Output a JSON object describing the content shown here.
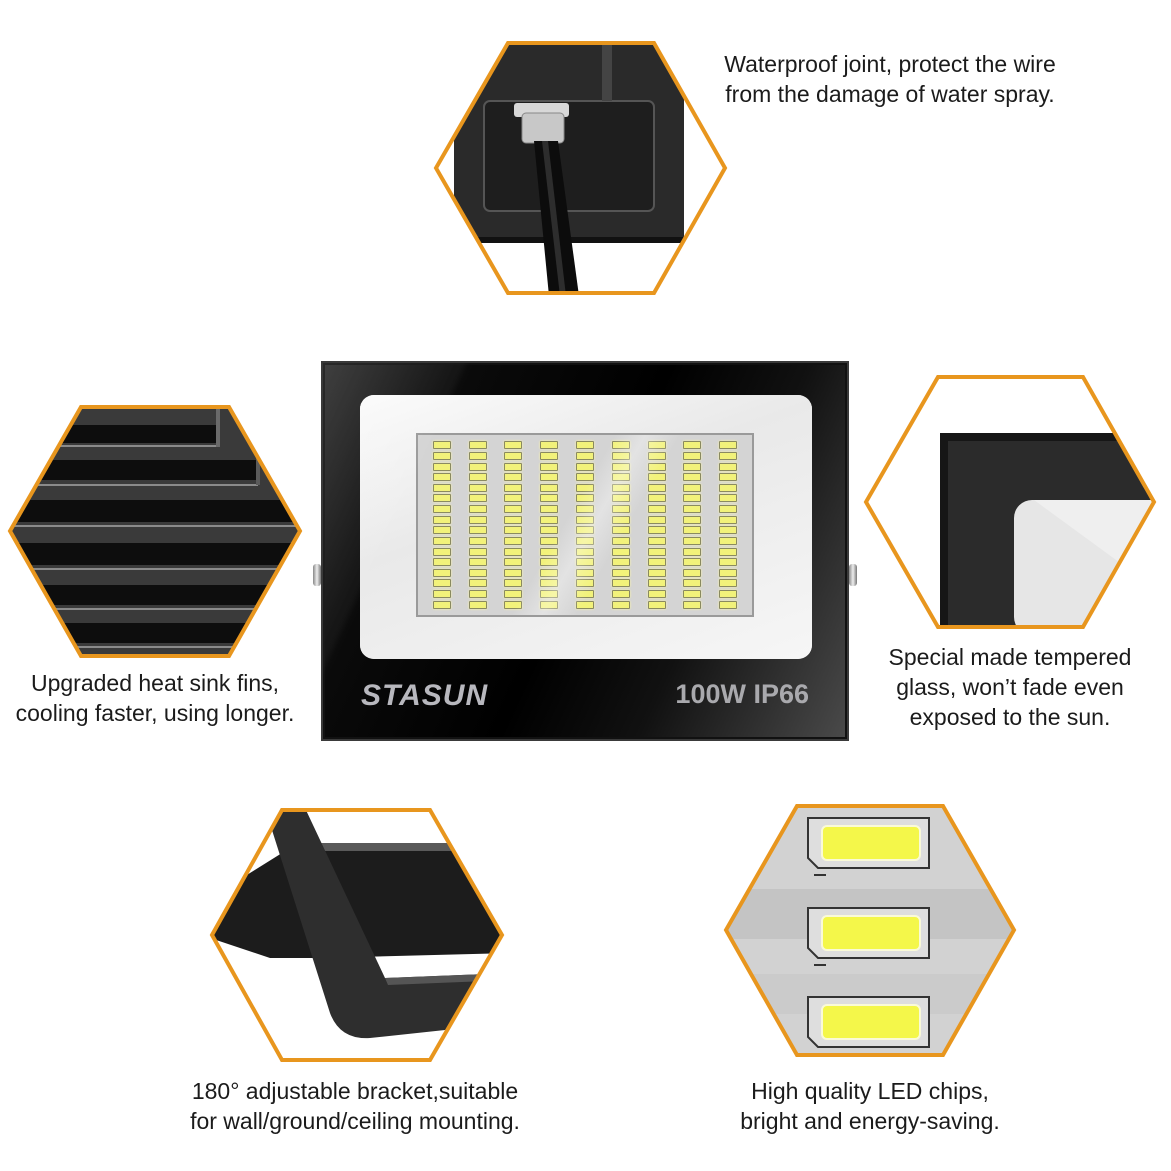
{
  "product": {
    "brand": "STASUN",
    "rating": "100W IP66",
    "led_grid": {
      "columns": 9,
      "rows": 16
    }
  },
  "accent_color": "#E8961E",
  "features": [
    {
      "id": "waterproof-joint",
      "lines": [
        "Waterproof joint, protect the wire",
        "from the damage of water spray."
      ],
      "icon": "cable-gland-icon"
    },
    {
      "id": "heat-sink",
      "lines": [
        "Upgraded heat sink fins,",
        "cooling faster, using longer."
      ],
      "icon": "heat-sink-fins-icon"
    },
    {
      "id": "tempered-glass",
      "lines": [
        "Special made tempered",
        "glass, won’t fade even",
        "exposed to the sun."
      ],
      "icon": "glass-corner-icon"
    },
    {
      "id": "bracket",
      "lines": [
        "180° adjustable bracket,suitable",
        "for wall/ground/ceiling mounting."
      ],
      "icon": "bracket-icon"
    },
    {
      "id": "led-chips",
      "lines": [
        "High quality LED chips,",
        "bright  and energy-saving."
      ],
      "icon": "led-chip-icon"
    }
  ]
}
